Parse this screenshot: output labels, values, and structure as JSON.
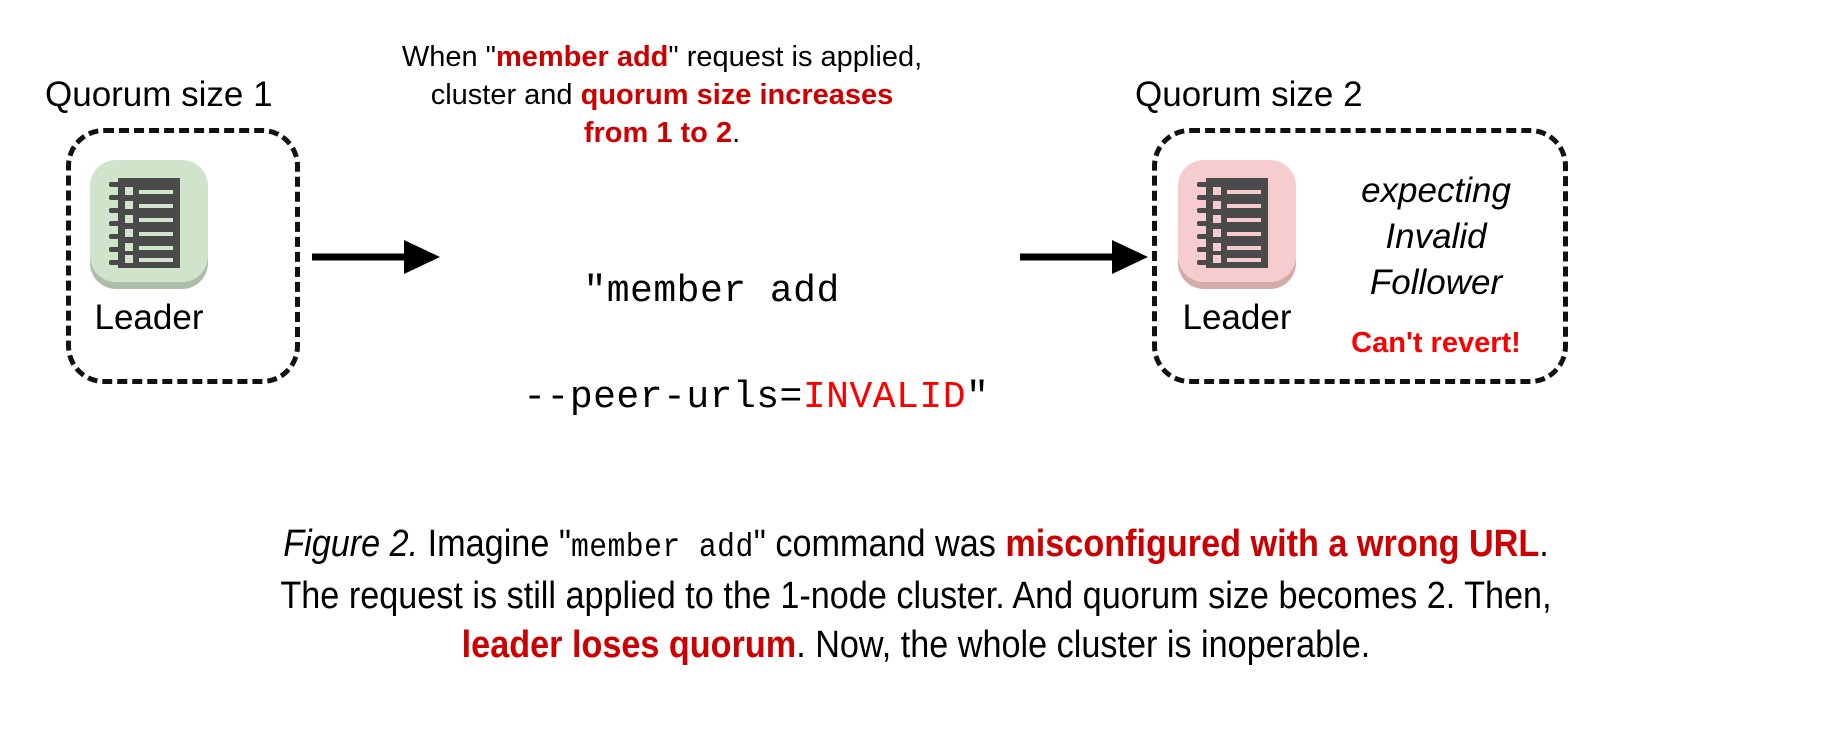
{
  "figure": {
    "title_prefix": "Figure 2.",
    "colors": {
      "crimson": "#cc0000",
      "bright_red": "#fa0000",
      "leader_green_bg": "#cfe4cb",
      "leader_pink_bg": "#f7ccce",
      "icon_dark": "#4a4a4a",
      "dash_border": "#111111"
    }
  },
  "left_cluster": {
    "quorum_label": "Quorum size 1",
    "node_label": "Leader",
    "icon_name": "notebook-ledger-icon"
  },
  "right_cluster": {
    "quorum_label": "Quorum size 2",
    "node_label": "Leader",
    "icon_name": "notebook-ledger-icon",
    "status_lines": [
      "expecting",
      "Invalid",
      "Follower"
    ],
    "warning": "Can't revert!"
  },
  "explanation": {
    "line1_a": "When \"",
    "line1_hl": "member add",
    "line1_b": "\" request is applied,",
    "line2_a": "cluster and ",
    "line2_hl": "quorum size increases",
    "line3_hl": "from 1 to 2",
    "line3_b": "."
  },
  "command": {
    "line1": "\"member add",
    "line2_a": "--peer-urls=",
    "line2_invalid": "INVALID",
    "line2_b": "\""
  },
  "arrows": {
    "left_arrow_name": "arrow-right-request",
    "right_arrow_name": "arrow-right-result"
  },
  "caption": {
    "line1_a": "Figure 2.",
    "line1_b": " Imagine \"",
    "line1_mono": "member add",
    "line1_c": "\" command was ",
    "line1_hl": "misconfigured with a wrong URL",
    "line1_d": ".",
    "line2": "The request is still applied to the 1-node cluster. And quorum size becomes 2. Then,",
    "line3_hl": "leader loses quorum",
    "line3_b": ". Now, the whole cluster is inoperable."
  }
}
